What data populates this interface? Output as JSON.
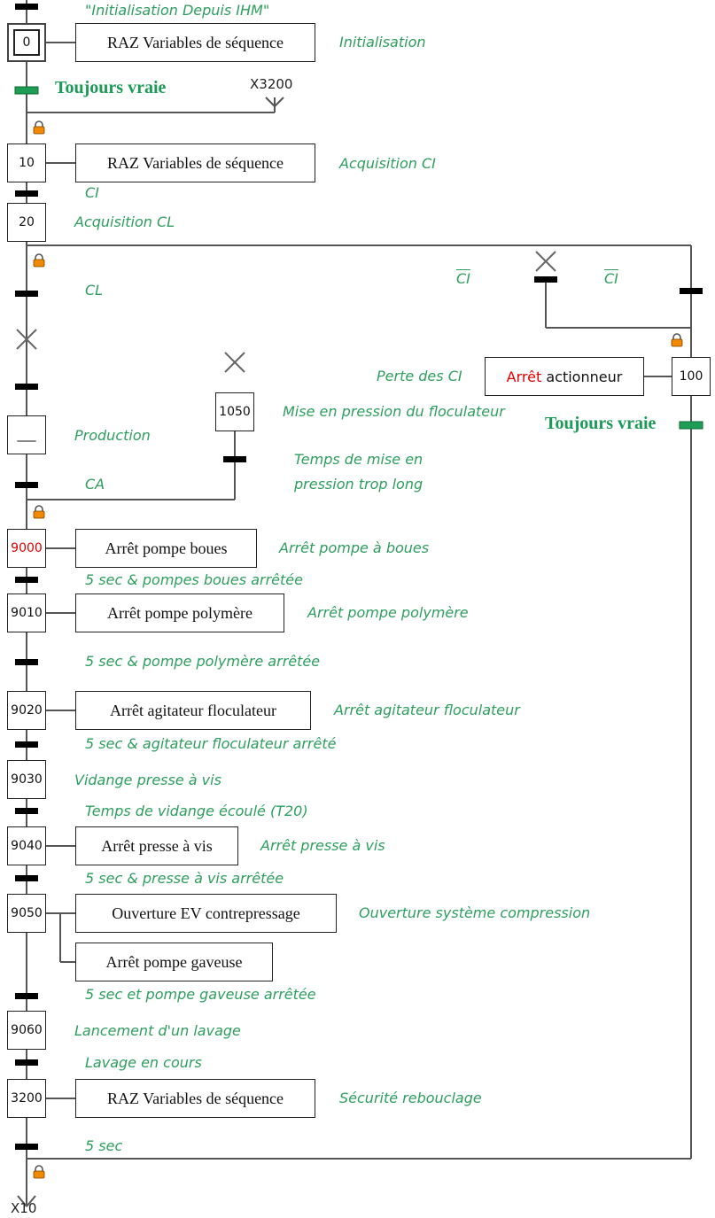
{
  "steps": {
    "s0": "0",
    "s10": "10",
    "s20": "20",
    "s100": "100",
    "s1050": "1050",
    "s_prod": "___",
    "s9000": "9000",
    "s9010": "9010",
    "s9020": "9020",
    "s9030": "9030",
    "s9040": "9040",
    "s9050": "9050",
    "s9060": "9060",
    "s3200": "3200"
  },
  "actions": {
    "raz_0": "RAZ Variables de séquence",
    "raz_10": "RAZ Variables de séquence",
    "arret_actionneur_red": "Arrêt",
    "arret_actionneur_rest": " actionneur",
    "arret_pompe_boues": "Arrêt pompe boues",
    "arret_pompe_polymere": "Arrêt pompe polymère",
    "arret_agitateur": "Arrêt agitateur floculateur",
    "arret_presse": "Arrêt presse à vis",
    "ouverture_ev": "Ouverture EV contrepressage",
    "arret_gaveuse": "Arrêt pompe gaveuse",
    "raz_3200": "RAZ Variables de séquence"
  },
  "comments": {
    "init_ihm": "\"Initialisation Depuis IHM\"",
    "initialisation": "Initialisation",
    "acquisition_ci": "Acquisition CI",
    "ci": "CI",
    "acquisition_cl": "Acquisition CL",
    "cl": "CL",
    "ci_bar_1": "CI",
    "ci_bar_2": "CI",
    "perte_ci": "Perte des CI",
    "mise_pression": "Mise en pression du floculateur",
    "production": "Production",
    "temps_mise_1": "Temps de mise en",
    "temps_mise_2": "pression trop long",
    "ca": "CA",
    "arret_pompe_a_boues": "Arrêt pompe à boues",
    "t_5sec_boues": "5 sec & pompes boues arrêtée",
    "arret_pompe_polymere": "Arrêt pompe polymère",
    "t_5sec_polymere": "5 sec & pompe polymère arrêtée",
    "arret_agitateur": "Arrêt agitateur floculateur",
    "t_5sec_agitateur": "5 sec & agitateur floculateur arrêté",
    "vidange": "Vidange presse à vis",
    "t_vidange": "Temps de vidange écoulé (T20)",
    "arret_presse": "Arrêt presse à vis",
    "t_5sec_presse": "5 sec & presse à vis arrêtée",
    "ouverture_systeme": "Ouverture système compression",
    "t_5sec_gaveuse": "5 sec et pompe gaveuse arrêtée",
    "lancement_lavage": "Lancement d'un lavage",
    "lavage_cours": "Lavage en cours",
    "securite": "Sécurité rebouclage",
    "t_5sec": "5 sec"
  },
  "labels": {
    "toujours_vraie_1": "Toujours vraie",
    "toujours_vraie_2": "Toujours vraie",
    "x3200": "X3200",
    "x10": "X10"
  },
  "colors": {
    "comment_green": "#2e9e5e",
    "always_true_green": "#1b9a57",
    "lock_orange": "#f08a00",
    "warning_red": "#e00000"
  }
}
